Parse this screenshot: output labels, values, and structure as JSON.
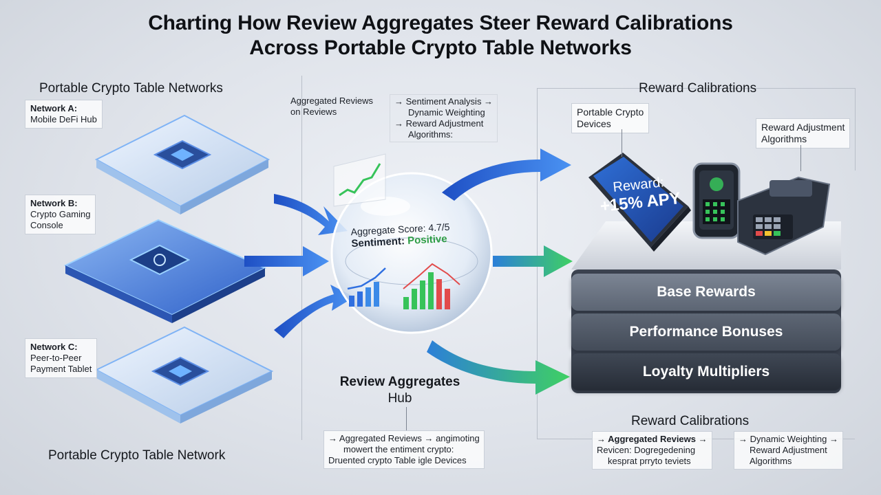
{
  "title": {
    "line1": "Charting How Review Aggregates Steer Reward Calibrations",
    "line2": "Across Portable Crypto Table Networks"
  },
  "left_panel": {
    "heading_top": "Portable Crypto Table Networks",
    "heading_bottom": "Portable Crypto Table Network",
    "networks": [
      {
        "name": "Network A:",
        "device": "Mobile DeFi Hub"
      },
      {
        "name": "Network B:",
        "device_lines": [
          "Crypto Gaming",
          "Console"
        ]
      },
      {
        "name": "Network C:",
        "device_lines": [
          "Peer-to-Peer",
          "Payment Tablet"
        ]
      }
    ]
  },
  "center_panel": {
    "callout_reviews": [
      "Aggregated Reviews",
      "on Reviews"
    ],
    "callout_analysis": [
      "→ Sentiment Analysis →",
      "Dynamic Weighting",
      "→ Reward Adjustment",
      "Algorithms:"
    ],
    "orb": {
      "score": "Aggregate Score: 4.7/5",
      "sentiment_label": "Sentiment:",
      "sentiment_value": "Positive"
    },
    "hub_label": [
      "Review Aggregates",
      "Hub"
    ],
    "bottom_callout": [
      "→ Aggregated Reviews → angimoting",
      "mowert the entiment crypto:",
      "Druented crypto Table igle Devices"
    ]
  },
  "right_panel": {
    "heading_top": "Reward Calibrations",
    "heading_bottom": "Reward Calibrations",
    "callout_devices": [
      "Portable Crypto",
      "Devices"
    ],
    "callout_algorithms": [
      "Reward Adjustment",
      "Algorithms"
    ],
    "tablet_screen": [
      "Reward:",
      "+15% APY"
    ],
    "tiers": [
      "Base Rewards",
      "Performance Bonuses",
      "Loyalty Multipliers"
    ],
    "bottom_callout_left": [
      "→ Aggregated Reviews →",
      "Revicen: Dogregedening",
      "kesprat prryto teviets"
    ],
    "bottom_callout_right": [
      "→ Dynamic Weighting →",
      "Reward Adjustment",
      "Algorithms"
    ]
  },
  "colors": {
    "arrow_blue": "#2f6fe0",
    "arrow_green": "#37c35a",
    "chip_blue": "#3b7be8",
    "platform_glow": "#8fc4ff",
    "tier_dark": "#2b313c"
  },
  "icons": [
    "chip-icon",
    "tablet-icon",
    "phone-icon",
    "payment-terminal-icon",
    "sphere-icon",
    "bar-chart-icon"
  ]
}
